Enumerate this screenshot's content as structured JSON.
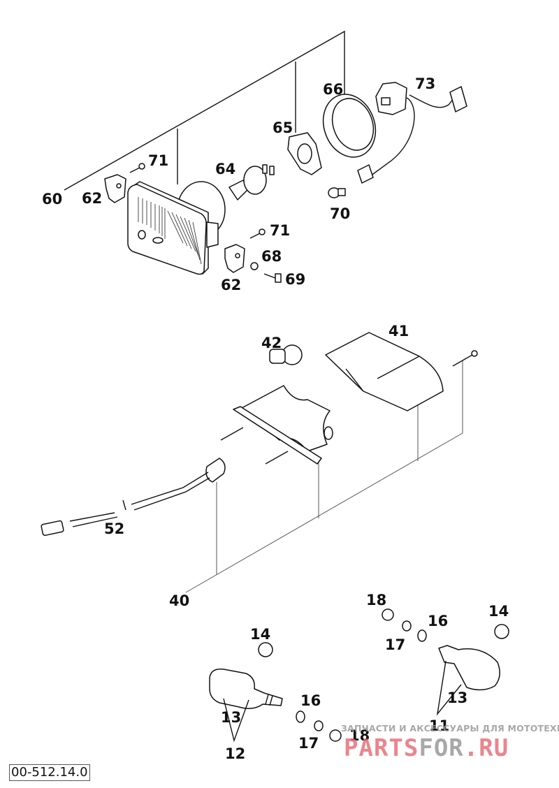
{
  "diagram": {
    "type": "exploded parts diagram",
    "subject": "Headlight, tail light and turn indicators",
    "reference_code": "00-512.14.0",
    "callouts": {
      "c60": "60",
      "c62a": "62",
      "c71a": "71",
      "c64": "64",
      "c65": "65",
      "c66": "66",
      "c73": "73",
      "c70": "70",
      "c71b": "71",
      "c68": "68",
      "c69": "69",
      "c62b": "62",
      "c42": "42",
      "c41": "41",
      "c52": "52",
      "c40": "40",
      "c18a": "18",
      "c16a": "16",
      "c17a": "17",
      "c14a": "14",
      "c13a": "13",
      "c11": "11",
      "c14b": "14",
      "c16b": "16",
      "c17b": "17",
      "c18b": "18",
      "c13b": "13",
      "c12": "12"
    },
    "parts": [
      {
        "id": "60",
        "name": "headlight assembly"
      },
      {
        "id": "62",
        "name": "bracket"
      },
      {
        "id": "64",
        "name": "headlight bulb"
      },
      {
        "id": "65",
        "name": "bulb retaining ring"
      },
      {
        "id": "66",
        "name": "rubber cap"
      },
      {
        "id": "68",
        "name": "washer"
      },
      {
        "id": "69",
        "name": "screw"
      },
      {
        "id": "70",
        "name": "parking light bulb"
      },
      {
        "id": "71",
        "name": "adjusting screw"
      },
      {
        "id": "73",
        "name": "wiring harness"
      },
      {
        "id": "40",
        "name": "tail light assembly"
      },
      {
        "id": "41",
        "name": "tail light lens"
      },
      {
        "id": "42",
        "name": "tail light bulb"
      },
      {
        "id": "52",
        "name": "tail light cable"
      },
      {
        "id": "11",
        "name": "turn indicator right"
      },
      {
        "id": "12",
        "name": "turn indicator left"
      },
      {
        "id": "13",
        "name": "indicator lens"
      },
      {
        "id": "14",
        "name": "indicator bulb"
      },
      {
        "id": "16",
        "name": "washer"
      },
      {
        "id": "17",
        "name": "lock washer"
      },
      {
        "id": "18",
        "name": "nut"
      }
    ]
  },
  "watermark": {
    "tagline": "ЗАПЧАСТИ И АКСЕССУАРЫ ДЛЯ МОТОТЕХНИКИ",
    "logo_part1": "PARTS",
    "logo_part2": "FOR",
    "logo_part3": ".RU",
    "color_red": "#e8707a",
    "color_gray": "#9a9a9a"
  }
}
